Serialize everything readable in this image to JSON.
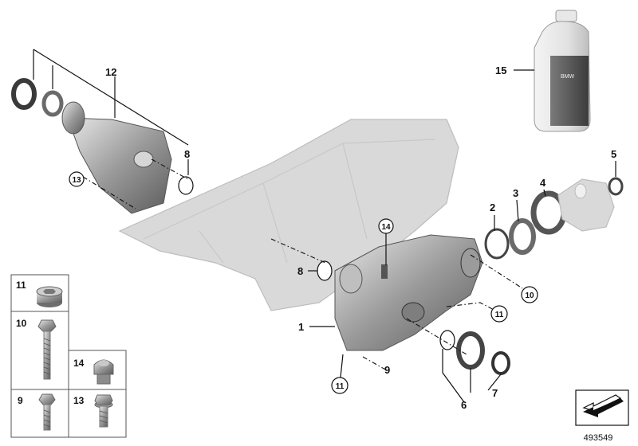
{
  "diagram_number": "493549",
  "callouts": {
    "c1": "1",
    "c2": "2",
    "c3": "3",
    "c4": "4",
    "c5": "5",
    "c6": "6",
    "c7": "7",
    "c8a": "8",
    "c8b": "8",
    "c9": "9",
    "c10": "10",
    "c11a": "11",
    "c11b": "11",
    "c12": "12",
    "c13": "13",
    "c14": "14",
    "c15": "15"
  },
  "legend": {
    "r11": "11",
    "r10": "10",
    "r14": "14",
    "r9": "9",
    "r13": "13"
  },
  "oil_bottle_label": "BMW"
}
